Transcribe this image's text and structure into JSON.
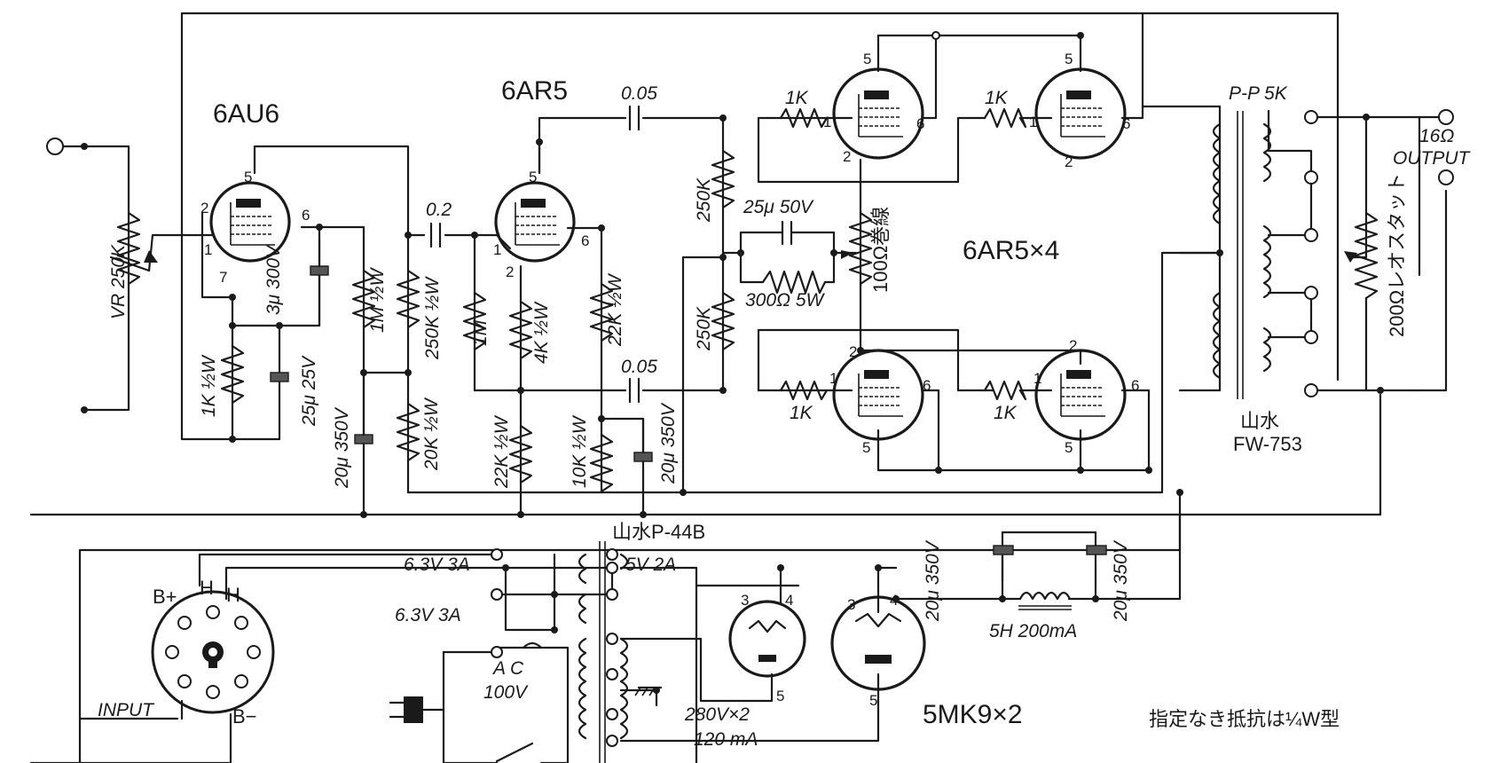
{
  "tubes": {
    "v1": "6AU6",
    "v2": "6AR5",
    "out": "6AR5×4",
    "rect": "5MK9×2"
  },
  "pins": {
    "p1": "1",
    "p2": "2",
    "p5": "5",
    "p6": "6",
    "p7": "7",
    "p3": "3",
    "p4": "4"
  },
  "components": {
    "vr": "VR 250K",
    "r_cath1": "1K ½W",
    "c_cath1": "25μ 25V",
    "c_scr1": "3μ 300V",
    "r_plate1": "1M ½W",
    "r_grid2": "250K ½W",
    "r_dec1": "20K ½W",
    "c_dec1": "20μ 350V",
    "c_coup1": "0.2",
    "r_grid3": "1M",
    "r_cath2": "4K ½W",
    "r_22k_a": "22K ½W",
    "r_22k_b": "22K ½W",
    "r_10k": "10K ½W",
    "c_dec2": "20μ 350V",
    "c_coup2a": "0.05",
    "c_coup2b": "0.05",
    "r_250k_a": "250K",
    "r_250k_b": "250K",
    "r_1k_a": "1K",
    "r_1k_b": "1K",
    "r_1k_c": "1K",
    "r_1k_d": "1K",
    "c_25u50": "25μ 50V",
    "r_300": "300Ω 5W",
    "r_100": "100Ω巻線",
    "r_200": "200Ωレオスタット",
    "ot_pp": "P-P 5K",
    "ot_name1": "山水",
    "ot_name2": "FW-753",
    "out_imp": "16Ω",
    "out_label": "OUTPUT",
    "pt_name": "山水P-44B",
    "pt_63a": "6.3V 3A",
    "pt_63b": "6.3V 3A",
    "pt_5v": "5V 2A",
    "pt_hv1": "280V×2",
    "pt_hv2": "120 mA",
    "ac1": "A C",
    "ac2": "100V",
    "f_c1": "20μ 350V",
    "f_c2": "20μ 350V",
    "choke": "5H 200mA",
    "oct_bp": "B+",
    "oct_h1": "H",
    "oct_h2": "H",
    "oct_bm": "B−",
    "oct_in": "INPUT",
    "note": "指定なき抵抗は¼W型"
  }
}
